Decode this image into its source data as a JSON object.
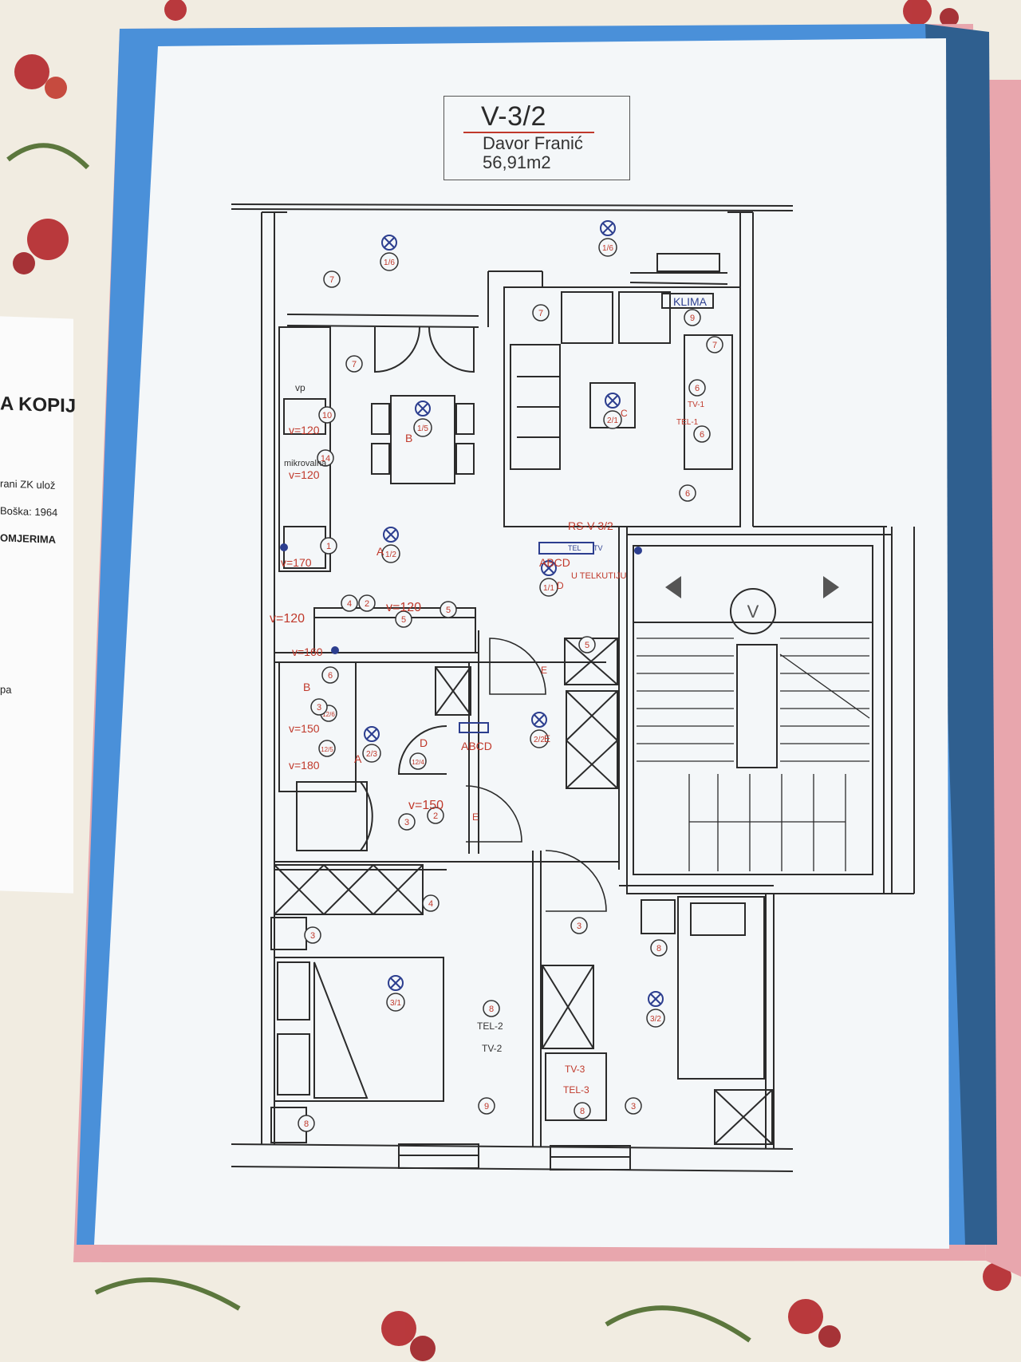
{
  "plan": {
    "code": "V-3/2",
    "owner": "Davor Franić",
    "area": "56,91m2"
  },
  "side_document": {
    "heading": "A KOPIJ",
    "lines": [
      "rani ZK ulož",
      "Boška: 1964",
      "OMJERIMA",
      "pa"
    ]
  },
  "labels": {
    "klima": "KLIMA",
    "rs": "RS-V-3/2",
    "abcd": "ABCD",
    "u_telkutiju": "U TELKUTIJU",
    "tel_box": "TEL",
    "tv_box": "TV",
    "tv1": "TV-1",
    "tel1": "TEL-1",
    "tel2": "TEL-2",
    "tv2": "TV-2",
    "tv3": "TV-3",
    "tel3": "TEL-3",
    "vp": "vp",
    "mikrovalna": "mikrovalna",
    "v120": "v=120",
    "v170": "v=170",
    "v160": "v=160",
    "v150": "v=150",
    "v180": "v=180",
    "letter_a": "A",
    "letter_b": "B",
    "letter_c": "C",
    "letter_d": "D",
    "letter_e": "E",
    "stair_v": "V"
  },
  "light_markers": [
    "1/6",
    "1/6",
    "1/5",
    "2/1",
    "1/2",
    "1/1",
    "2/3",
    "2/2",
    "3/1",
    "3/2"
  ],
  "circle_markers": [
    "7",
    "7",
    "7",
    "7",
    "9",
    "6",
    "6",
    "6",
    "10",
    "14",
    "1",
    "4",
    "2",
    "5",
    "5",
    "5",
    "6",
    "12/6",
    "12/5",
    "12/4",
    "3",
    "2",
    "4",
    "3",
    "3",
    "8",
    "8",
    "8",
    "8",
    "9",
    "3",
    "3"
  ],
  "colors": {
    "wall": "#2b2b2b",
    "marker_red": "#c0392b",
    "marker_blue": "#2c3e8f",
    "paper": "#f4f7f9",
    "binder_pink": "#e8a6ad",
    "binder_blue": "#4a90d9"
  }
}
